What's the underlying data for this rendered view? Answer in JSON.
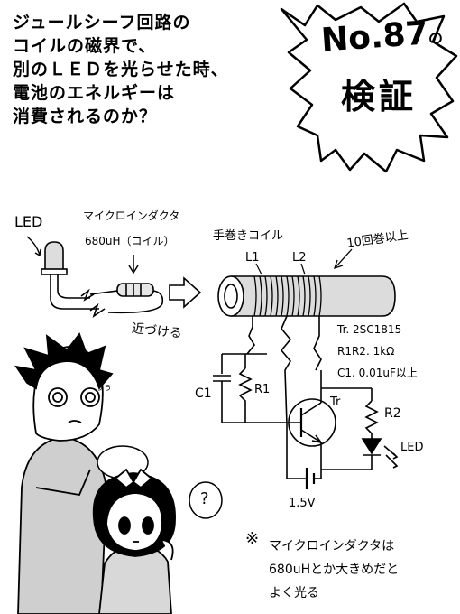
{
  "question": {
    "lines": [
      "ジュールシーフ回路の",
      "コイルの磁界で、",
      "別のＬＥＤを光らせた時、",
      "電池のエネルギーは",
      "消費されるのか？"
    ]
  },
  "badge": {
    "number": "No.87",
    "suffix": "の",
    "title": "検証"
  },
  "labels": {
    "led_top": "LED",
    "inductor_name": "マイクロインダクタ",
    "inductor_value": "680uH（コイル）",
    "bring_close": "近づける",
    "hand_coil": "手巻きコイル",
    "turns": "10回巻以上",
    "l1": "L1",
    "l2": "L2",
    "spec_tr": "Tr. 2SC1815",
    "spec_r": "R1R2. 1kΩ",
    "spec_c": "C1. 0.01uF以上",
    "c1": "C1",
    "r1": "R1",
    "tr": "Tr",
    "r2": "R2",
    "led_circuit": "LED",
    "battery": "1.5V",
    "confused": "?",
    "note_mark": "※",
    "note_lines": [
      "マイクロインダクタは",
      "680uHとか大きめだと",
      "よく光る"
    ]
  }
}
